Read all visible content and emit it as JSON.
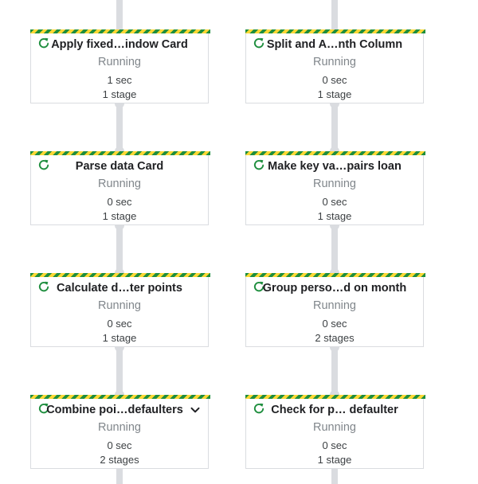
{
  "colors": {
    "running_green": "#1e8e3e",
    "stripe_yellow": "#fdd835",
    "connector_grey": "#dadce0",
    "status_grey": "#80868b"
  },
  "icons": {
    "status": "refresh-running-icon",
    "expand": "chevron-down-icon"
  },
  "cards": [
    {
      "title": "Apply fixed…indow Card",
      "status": "Running",
      "duration": "1 sec",
      "stages": "1 stage"
    },
    {
      "title": "Split and A…nth Column",
      "status": "Running",
      "duration": "0 sec",
      "stages": "1 stage"
    },
    {
      "title": "Parse data Card",
      "status": "Running",
      "duration": "0 sec",
      "stages": "1 stage"
    },
    {
      "title": "Make key va…pairs loan",
      "status": "Running",
      "duration": "0 sec",
      "stages": "1 stage"
    },
    {
      "title": "Calculate d…ter points",
      "status": "Running",
      "duration": "0 sec",
      "stages": "1 stage"
    },
    {
      "title": "Group perso…d on month",
      "status": "Running",
      "duration": "0 sec",
      "stages": "2 stages"
    },
    {
      "title": "Combine poi…defaulters",
      "status": "Running",
      "duration": "0 sec",
      "stages": "2 stages"
    },
    {
      "title": "Check for p… defaulter",
      "status": "Running",
      "duration": "0 sec",
      "stages": "1 stage"
    }
  ]
}
